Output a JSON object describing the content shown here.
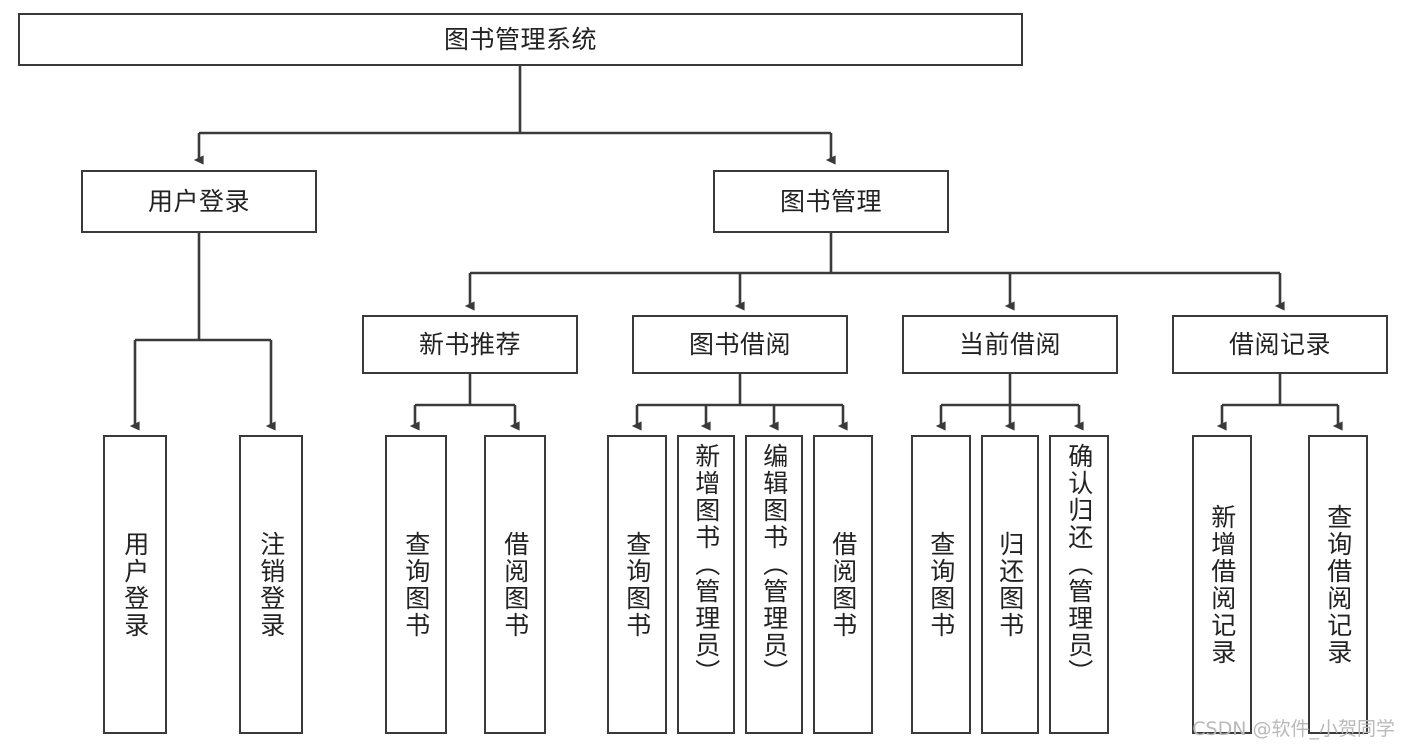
{
  "diagram": {
    "type": "tree-hierarchy",
    "title": "图书管理系统",
    "watermark": "CSDN @软件_小贺同学",
    "colors": {
      "box_border": "#3a3a3a",
      "box_fill": "#ffffff",
      "edge": "#3a3a3a",
      "text": "#222222",
      "watermark": "#b9b9b9",
      "background": "#ffffff"
    },
    "nodes": {
      "root": {
        "label": "图书管理系统",
        "level": 0
      },
      "l1": [
        {
          "id": "user-login",
          "label": "用户登录",
          "level": 1
        },
        {
          "id": "book-manage",
          "label": "图书管理",
          "level": 1
        }
      ],
      "l2": [
        {
          "id": "new-book-rec",
          "label": "新书推荐",
          "level": 2,
          "parent": "book-manage"
        },
        {
          "id": "book-borrow",
          "label": "图书借阅",
          "level": 2,
          "parent": "book-manage"
        },
        {
          "id": "current-borrow",
          "label": "当前借阅",
          "level": 2,
          "parent": "book-manage"
        },
        {
          "id": "borrow-record",
          "label": "借阅记录",
          "level": 2,
          "parent": "book-manage"
        }
      ],
      "leaves": [
        {
          "id": "leaf-user-login",
          "label": "用户登录",
          "parent": "user-login"
        },
        {
          "id": "leaf-user-logout",
          "label": "注销登录",
          "parent": "user-login"
        },
        {
          "id": "leaf-query-book-1",
          "label": "查询图书",
          "parent": "new-book-rec"
        },
        {
          "id": "leaf-borrow-book-1",
          "label": "借阅图书",
          "parent": "new-book-rec"
        },
        {
          "id": "leaf-query-book-2",
          "label": "查询图书",
          "parent": "book-borrow"
        },
        {
          "id": "leaf-add-book",
          "label": "新增图书（管理员）",
          "parent": "book-borrow"
        },
        {
          "id": "leaf-edit-book",
          "label": "编辑图书（管理员）",
          "parent": "book-borrow"
        },
        {
          "id": "leaf-borrow-book-2",
          "label": "借阅图书",
          "parent": "book-borrow"
        },
        {
          "id": "leaf-query-book-3",
          "label": "查询图书",
          "parent": "current-borrow"
        },
        {
          "id": "leaf-return-book",
          "label": "归还图书",
          "parent": "current-borrow"
        },
        {
          "id": "leaf-confirm-return",
          "label": "确认归还（管理员）",
          "parent": "current-borrow"
        },
        {
          "id": "leaf-add-record",
          "label": "新增借阅记录",
          "parent": "borrow-record"
        },
        {
          "id": "leaf-query-record",
          "label": "查询借阅记录",
          "parent": "borrow-record"
        }
      ]
    }
  }
}
